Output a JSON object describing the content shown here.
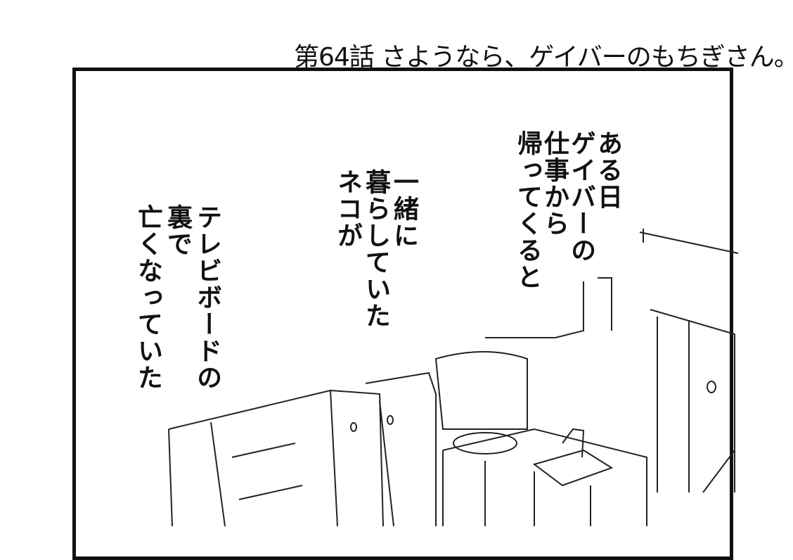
{
  "header": {
    "title": "第64話 さようなら、ゲイバーのもちぎさん。"
  },
  "panel": {
    "narration_1": [
      "ある日",
      "ゲイバーの",
      "仕事から",
      "帰ってくると"
    ],
    "narration_2": [
      "一緒に",
      "暮らしていた",
      "ネコが"
    ],
    "narration_3": [
      "テレビボードの",
      "裏で",
      "亡くなっていた"
    ]
  }
}
